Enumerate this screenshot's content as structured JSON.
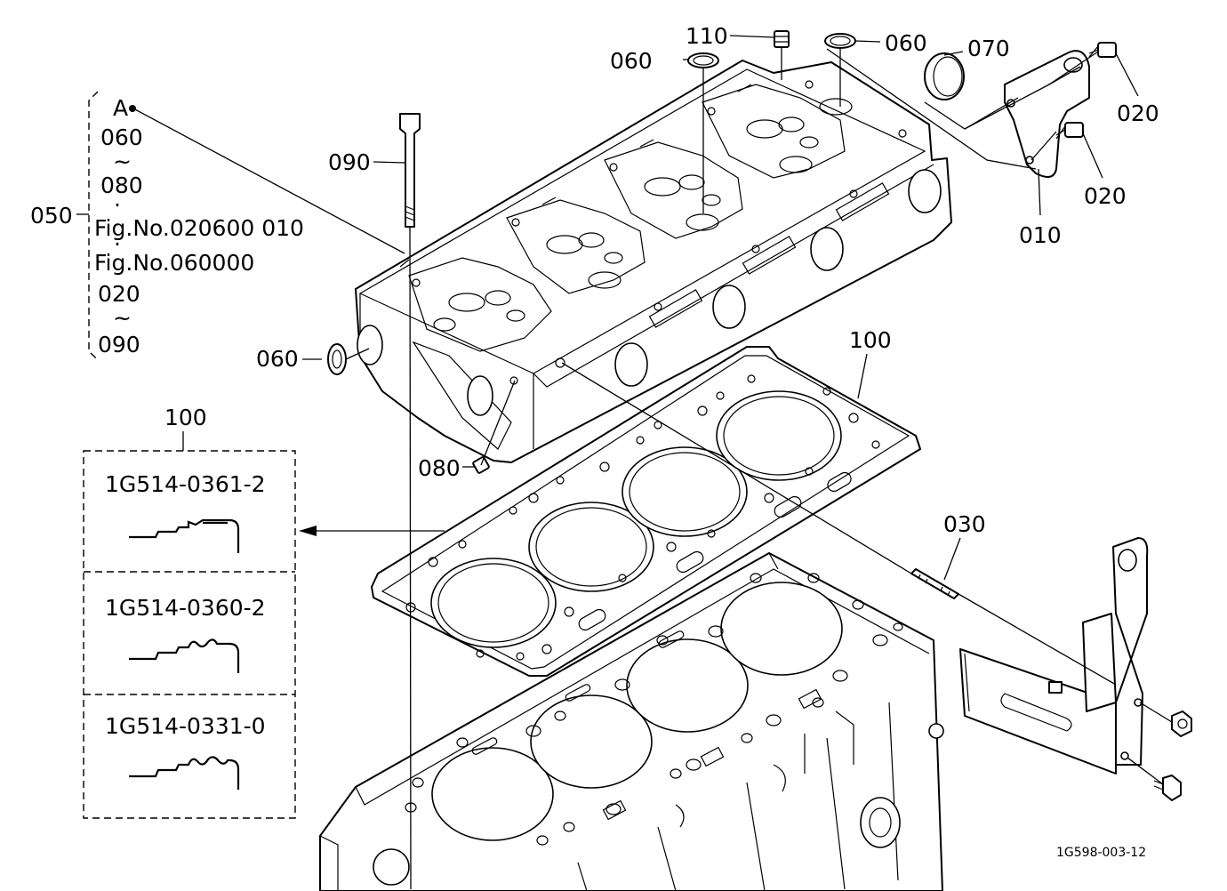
{
  "callouts": {
    "c110": "110",
    "c060_top_left": "060",
    "c060_top_right": "060",
    "c070": "070",
    "c020_upper": "020",
    "c020_lower": "020",
    "c010": "010",
    "c090": "090",
    "c060_side": "060",
    "c100_gasket": "100",
    "c080": "080",
    "c030": "030"
  },
  "bracket_050": {
    "label": "050",
    "lines": [
      "A",
      "060",
      "~",
      "080",
      "·",
      "Fig.No.020600  010",
      "·",
      "Fig.No.060000",
      "020",
      "~",
      "090"
    ]
  },
  "variant_table": {
    "label": "100",
    "rows": [
      {
        "part_no": "1G514-0361-2"
      },
      {
        "part_no": "1G514-0360-2"
      },
      {
        "part_no": "1G514-0331-0"
      }
    ]
  },
  "drawing_id": "1G598-003-12"
}
